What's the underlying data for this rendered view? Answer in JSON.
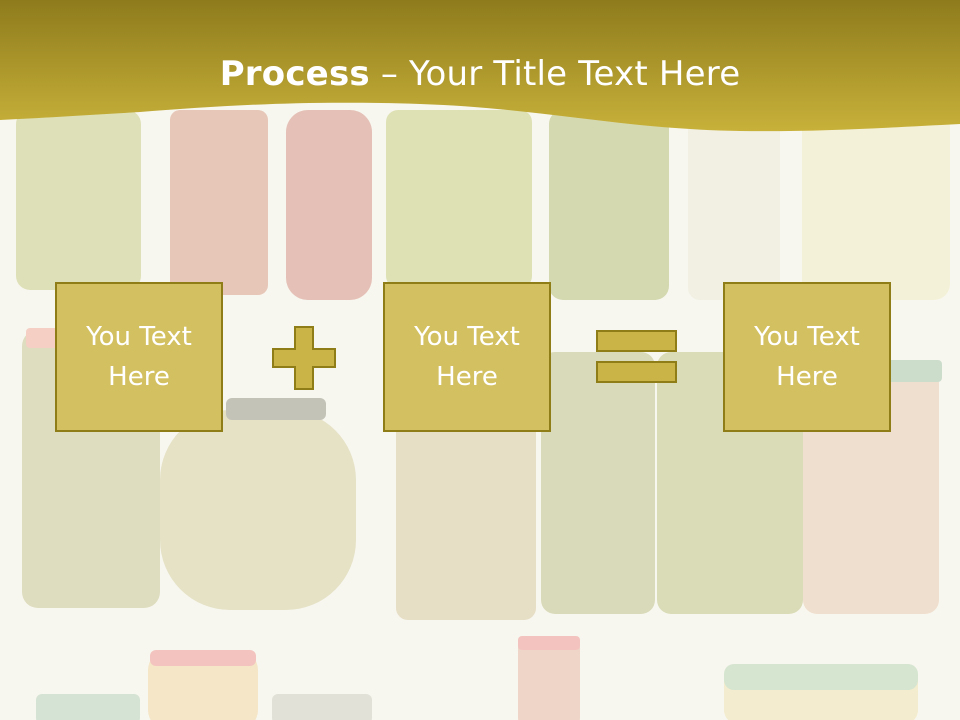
{
  "slide": {
    "title_bold": "Process",
    "title_rest": " – Your Title Text Here",
    "boxes": [
      {
        "text": "You Text\nHere"
      },
      {
        "text": "You Text\nHere"
      },
      {
        "text": "You Text\nHere"
      }
    ],
    "operators": [
      "plus-icon",
      "equals-icon"
    ]
  },
  "colors": {
    "banner_top": "#8e7b1c",
    "banner_bottom": "#c8b13a",
    "box_fill": "#d3c161",
    "box_border": "#8f7d18",
    "operator_fill": "#cbb447",
    "text": "#ffffff"
  }
}
